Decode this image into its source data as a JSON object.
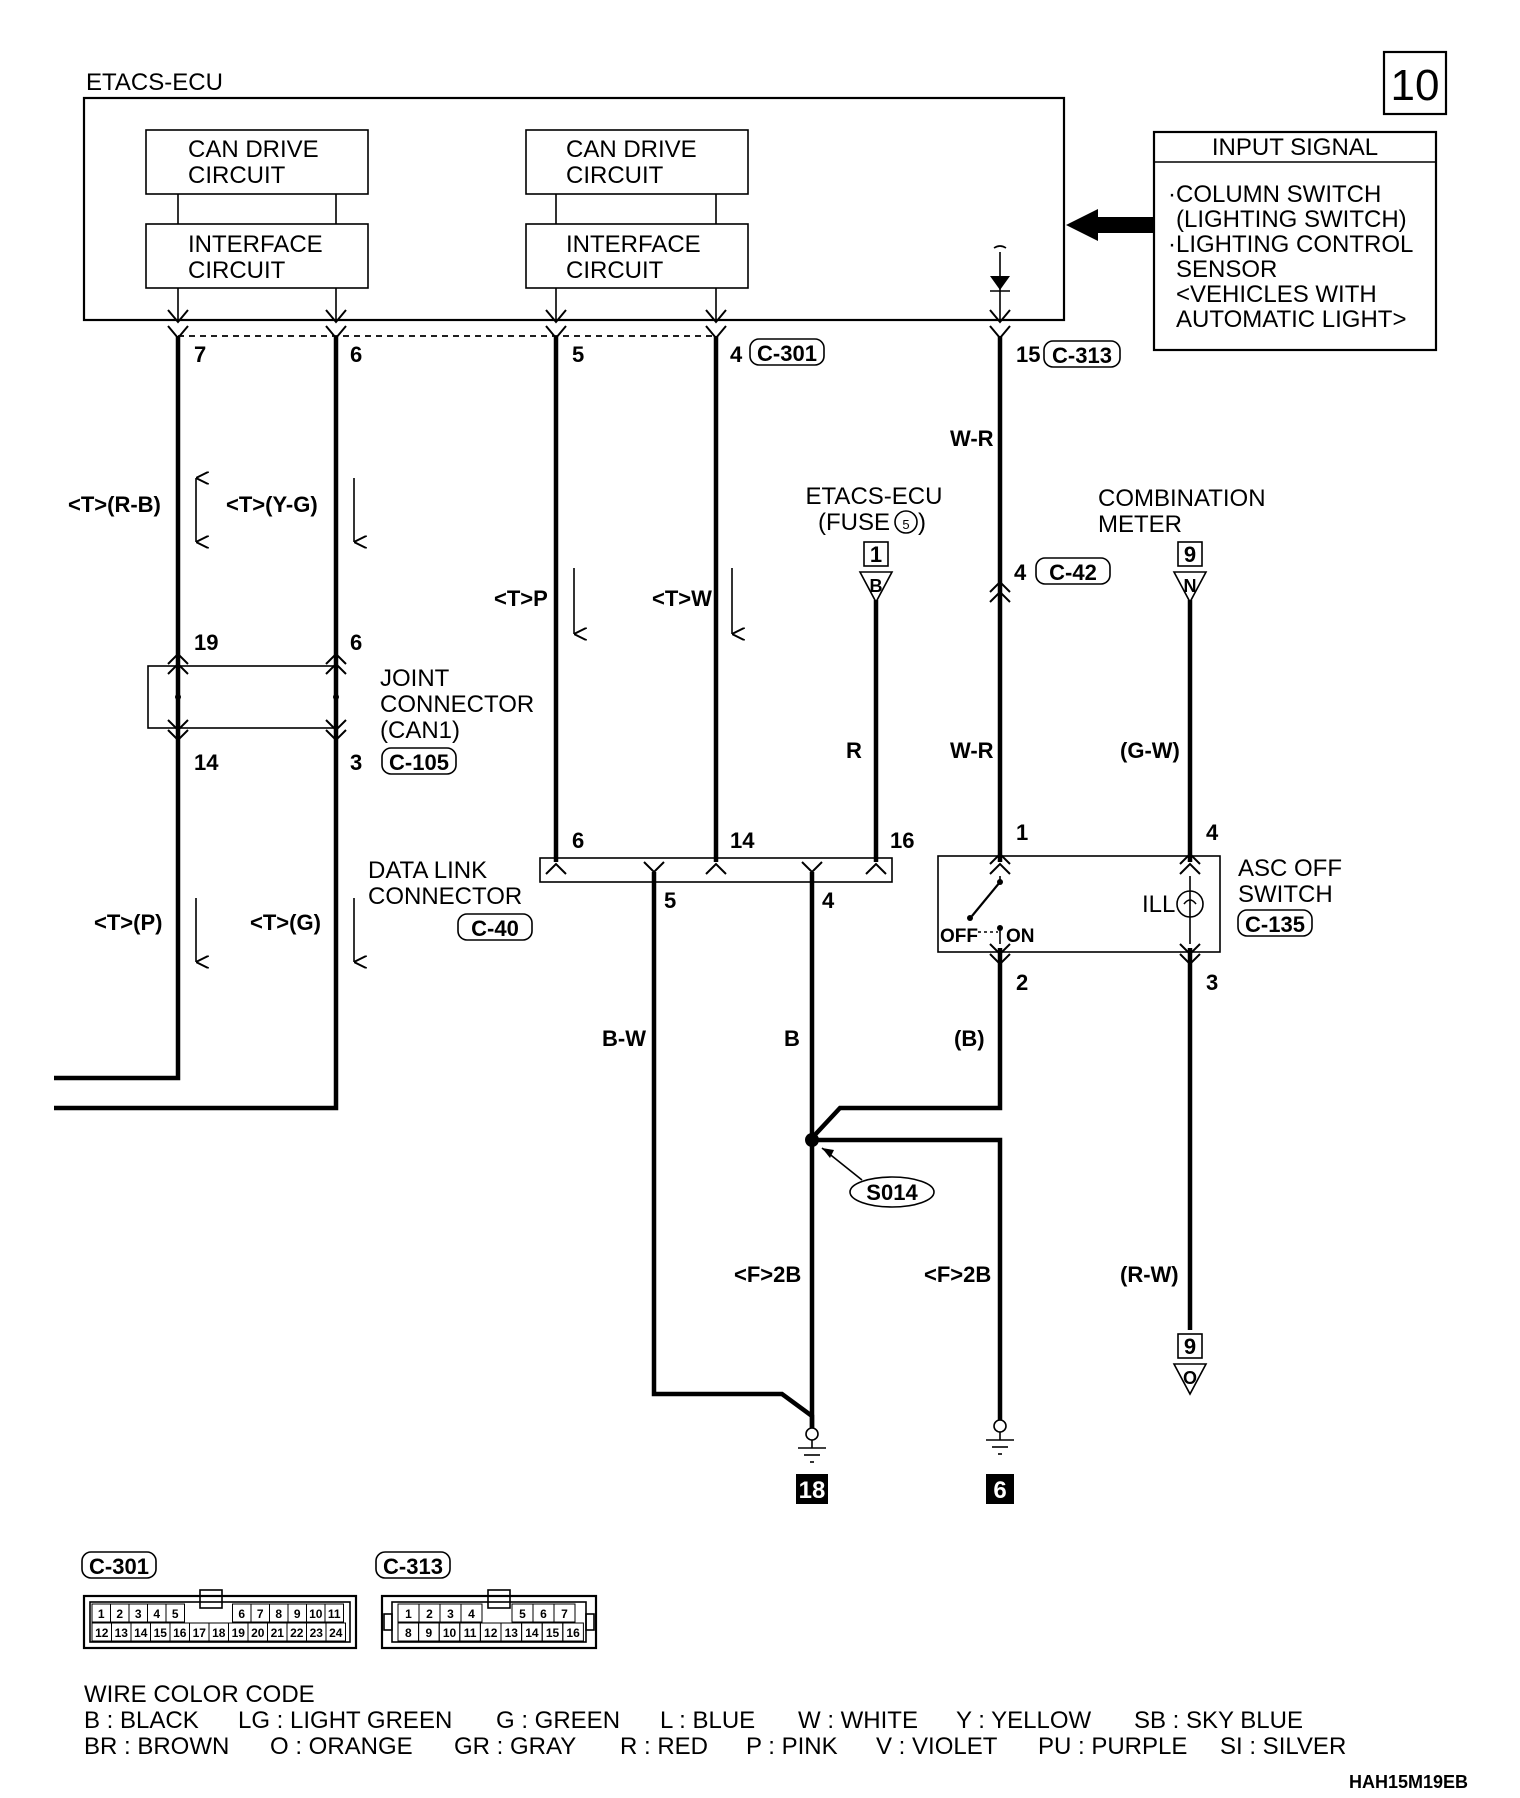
{
  "page_number": "10",
  "ecu": {
    "title": "ETACS-ECU",
    "can_drive_1": [
      "CAN DRIVE",
      "CIRCUIT"
    ],
    "interface_1": [
      "INTERFACE",
      "CIRCUIT"
    ],
    "can_drive_2": [
      "CAN DRIVE",
      "CIRCUIT"
    ],
    "interface_2": [
      "INTERFACE",
      "CIRCUIT"
    ],
    "pins": [
      "7",
      "6",
      "5",
      "4",
      "15"
    ],
    "connector_a": "C-301",
    "connector_b": "C-313"
  },
  "input_signal": {
    "title": "INPUT SIGNAL",
    "lines": [
      "·COLUMN SWITCH",
      "(LIGHTING SWITCH)",
      "·LIGHTING CONTROL",
      "SENSOR",
      "<VEHICLES WITH",
      "AUTOMATIC LIGHT>"
    ]
  },
  "wires": {
    "rb": "<T>(R-B)",
    "yg": "<T>(Y-G)",
    "p": "<T>P",
    "w": "<T>W",
    "p2": "<T>(P)",
    "g2": "<T>(G)",
    "wr1": "W-R",
    "wr2": "W-R",
    "r": "R",
    "gw": "(G-W)",
    "bw": "B-W",
    "b": "B",
    "b_paren": "(B)",
    "rw": "(R-W)",
    "f2b_1": "<F>2B",
    "f2b_2": "<F>2B"
  },
  "fuse": {
    "label": [
      "ETACS-ECU",
      "(FUSE",
      ")"
    ],
    "fuse_no": "5",
    "box": "1",
    "letter": "B"
  },
  "combination_meter": {
    "label": [
      "COMBINATION",
      "METER"
    ],
    "box": "9",
    "letter": "N"
  },
  "c42": {
    "pin": "4",
    "name": "C-42"
  },
  "joint": {
    "pins_top": [
      "19",
      "6"
    ],
    "pins_bottom": [
      "14",
      "3"
    ],
    "label": [
      "JOINT",
      "CONNECTOR",
      "(CAN1)"
    ],
    "connector": "C-105"
  },
  "dlc": {
    "label": [
      "DATA LINK",
      "CONNECTOR"
    ],
    "connector": "C-40",
    "pins_top": [
      "6",
      "14",
      "16"
    ],
    "pins_bottom": [
      "5",
      "4"
    ]
  },
  "asc": {
    "label": [
      "ASC OFF",
      "SWITCH"
    ],
    "connector": "C-135",
    "pins_top": [
      "1",
      "4"
    ],
    "pins_bottom": [
      "2",
      "3"
    ],
    "off": "OFF",
    "on": "ON",
    "ill": "ILL"
  },
  "splice": "S014",
  "grounds": [
    "18",
    "6"
  ],
  "meter_out": {
    "box": "9",
    "letter": "O"
  },
  "c301_pins_top": [
    "1",
    "2",
    "3",
    "4",
    "5",
    "6",
    "7",
    "8",
    "9",
    "10",
    "11"
  ],
  "c301_pins_bottom": [
    "12",
    "13",
    "14",
    "15",
    "16",
    "17",
    "18",
    "19",
    "20",
    "21",
    "22",
    "23",
    "24"
  ],
  "c313_pins_top": [
    "1",
    "2",
    "3",
    "4",
    "5",
    "6",
    "7"
  ],
  "c313_pins_bottom": [
    "8",
    "9",
    "10",
    "11",
    "12",
    "13",
    "14",
    "15",
    "16"
  ],
  "color_code": {
    "title": "WIRE COLOR CODE",
    "row1": [
      "B : BLACK",
      "LG : LIGHT GREEN",
      "G : GREEN",
      "L : BLUE",
      "W : WHITE",
      "Y : YELLOW",
      "SB : SKY BLUE"
    ],
    "row2": [
      "BR : BROWN",
      "O : ORANGE",
      "GR : GRAY",
      "R : RED",
      "P : PINK",
      "V : VIOLET",
      "PU : PURPLE",
      "SI : SILVER"
    ]
  },
  "figure_code": "HAH15M19EB"
}
